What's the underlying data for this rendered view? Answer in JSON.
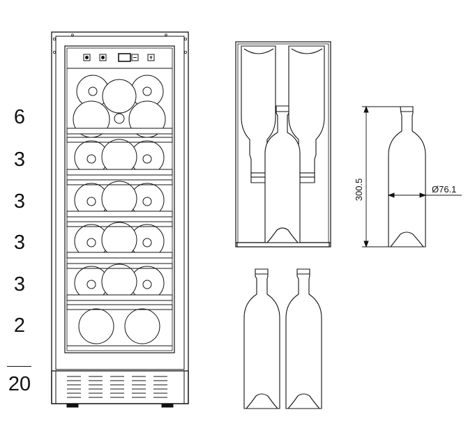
{
  "shelf_counts": [
    "6",
    "3",
    "3",
    "3",
    "3",
    "2"
  ],
  "total_count": "20",
  "dimensions": {
    "bottle_height": "300.5",
    "bottle_diameter": "Ø76.1"
  },
  "colors": {
    "line": "#111111",
    "background": "#ffffff"
  }
}
